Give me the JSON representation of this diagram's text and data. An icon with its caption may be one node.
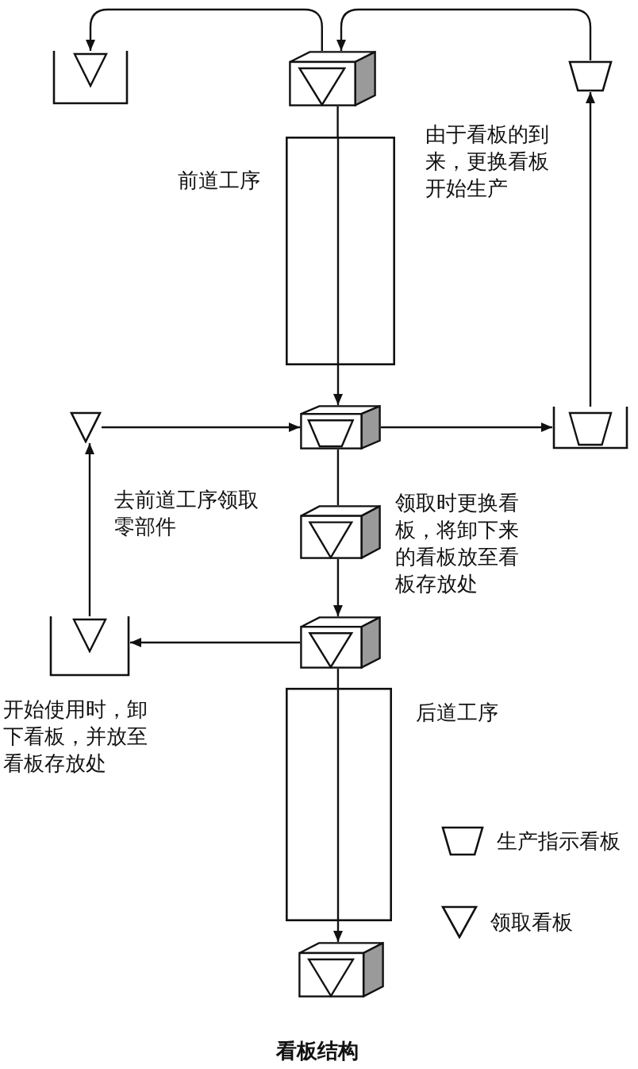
{
  "diagram": {
    "caption": "看板结构",
    "nodes": [
      {
        "text": [],
        "shape": "tray"
      },
      {
        "text": [],
        "shape": "cube"
      },
      {
        "text": [],
        "shape": "trapezoid"
      },
      {
        "text": [
          "前道工序"
        ]
      },
      {
        "text": [],
        "shape": "cube"
      },
      {
        "text": [],
        "shape": "triangle"
      },
      {
        "text": [],
        "shape": "tray"
      },
      {
        "text": [],
        "shape": "cube"
      },
      {
        "text": [],
        "shape": "cube"
      },
      {
        "text": [],
        "shape": "tray"
      },
      {
        "text": [
          "后道工序"
        ]
      },
      {
        "text": [],
        "shape": "cube"
      }
    ],
    "edges": [
      {
        "from": 1,
        "to": 0,
        "arrow": "to"
      },
      {
        "from": 2,
        "to": 1,
        "arrow": "to"
      },
      {
        "from": 1,
        "to": 3,
        "arrow": "none"
      },
      {
        "from": 3,
        "to": 4,
        "arrow": "to"
      },
      {
        "from": 5,
        "to": 4,
        "arrow": "to"
      },
      {
        "from": 4,
        "to": 6,
        "arrow": "to"
      },
      {
        "from": 6,
        "to": 2,
        "arrow": "to"
      },
      {
        "from": 4,
        "to": 7,
        "arrow": "none"
      },
      {
        "from": 7,
        "to": 8,
        "arrow": "to"
      },
      {
        "from": 8,
        "to": 9,
        "arrow": "to"
      },
      {
        "from": 9,
        "to": 5,
        "arrow": "to"
      },
      {
        "from": 8,
        "to": 10,
        "arrow": "none"
      },
      {
        "from": 10,
        "to": 11,
        "arrow": "to"
      }
    ],
    "labels": [
      "由于看板的到来，更换看板开始生产",
      "去前道工序领取零部件",
      "领取时更换看板，将卸下来的看板放至看板存放处",
      "开始使用时，卸下看板，并放至看板存放处"
    ],
    "legend": [
      {
        "text": "生产指示看板"
      },
      {
        "text": "领取看板"
      }
    ]
  }
}
